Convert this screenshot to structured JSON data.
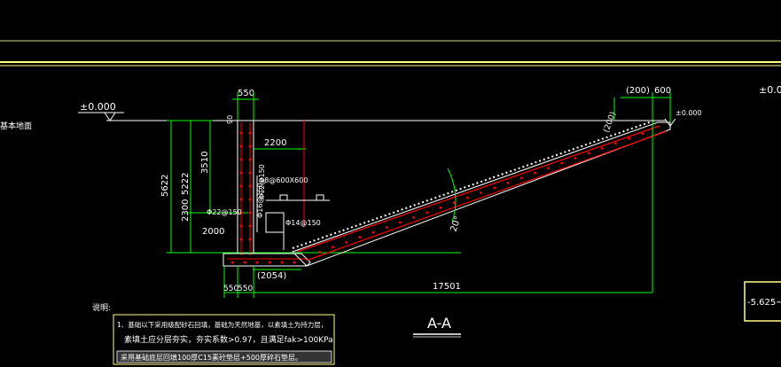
{
  "drawing": {
    "left_label": "基本地面",
    "elevation_left": "±0.000",
    "elevation_right_small": "±0.000",
    "elevation_far_right": "±0.0",
    "dim_top_550": "550",
    "dim_top_200": "(200)",
    "dim_top_600": "600",
    "dim_90": "90",
    "dim_2200": "2200",
    "dim_3510": "3510",
    "dim_5622": "5622",
    "dim_5222": "5222",
    "dim_2300": "2300",
    "dim_2000": "2000",
    "dim_2054": "(2054)",
    "dim_17501": "17501",
    "dim_bottom_550": "550",
    "dim_bottom_550b": "550",
    "dim_200_slope": "(200)",
    "angle": "20°",
    "rebar_1": "Φ8@600X600",
    "rebar_2": "Φ22@150",
    "rebar_3": "Φ16@150",
    "rebar_4": "Φ14@150",
    "rebar_5": "Φ12@150",
    "section_title": "A-A",
    "notes_label": "说明:",
    "note_line1": "1、基础以下采用级配砂石回填，基础为天然地基，以素填土为持力层，",
    "note_line2": "素填土应分层夯实，夯实系数>0.97，且满足fak>100KPa.",
    "note_line3": "采用基础底层回填100厚C15素砼垫层+500厚碎石垫层。",
    "right_box_label": "-5.625~"
  },
  "colors": {
    "background": "#000000",
    "line_white": "#ffffff",
    "line_green": "#00ff00",
    "line_red": "#ff0000",
    "line_yellow": "#ffff80",
    "line_orange": "#e0a060"
  }
}
